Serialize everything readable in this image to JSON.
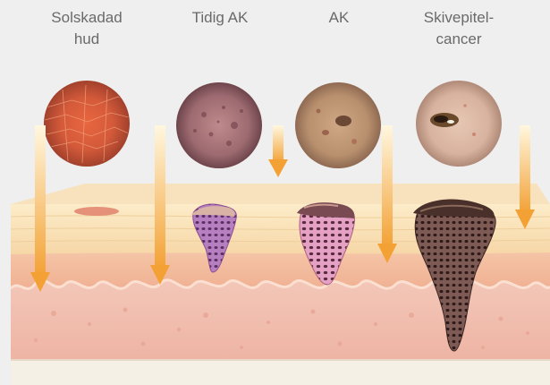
{
  "stages": [
    {
      "label_lines": [
        "Solskadad",
        "hud"
      ]
    },
    {
      "label_lines": [
        "Tidig AK"
      ]
    },
    {
      "label_lines": [
        "AK"
      ]
    },
    {
      "label_lines": [
        "Skivepitel-",
        "cancer"
      ]
    }
  ],
  "colors": {
    "background": "#efefef",
    "label_text": "#6a6a6a",
    "arrow_top": "#fff6dc",
    "arrow_bottom": "#f3a134",
    "stratum_corneum": "#f9e0b4",
    "epidermis": "#f2b79a",
    "dermis": "#f1c1b3",
    "lesion_purple": "#a565a8",
    "lesion_dark": "#5c3c3a"
  },
  "icons": [
    "down-arrow-icon"
  ]
}
